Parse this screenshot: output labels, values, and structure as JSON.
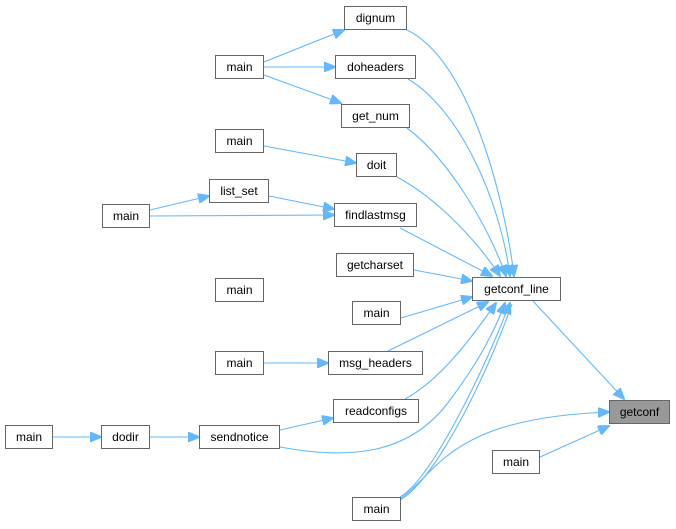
{
  "graph": {
    "focus_node": "getconf",
    "edge_color": "#63b8ff",
    "nodes": {
      "dignum": "dignum",
      "main_a": "main",
      "doheaders": "doheaders",
      "get_num": "get_num",
      "main_b": "main",
      "doit": "doit",
      "list_set": "list_set",
      "main_c": "main",
      "findlastmsg": "findlastmsg",
      "getcharset": "getcharset",
      "main_d": "main",
      "getconf_line": "getconf_line",
      "main_e": "main",
      "main_f": "main",
      "msg_headers": "msg_headers",
      "readconfigs": "readconfigs",
      "main_g": "main",
      "dodir": "dodir",
      "sendnotice": "sendnotice",
      "getconf": "getconf",
      "main_h": "main",
      "main_i": "main"
    }
  }
}
